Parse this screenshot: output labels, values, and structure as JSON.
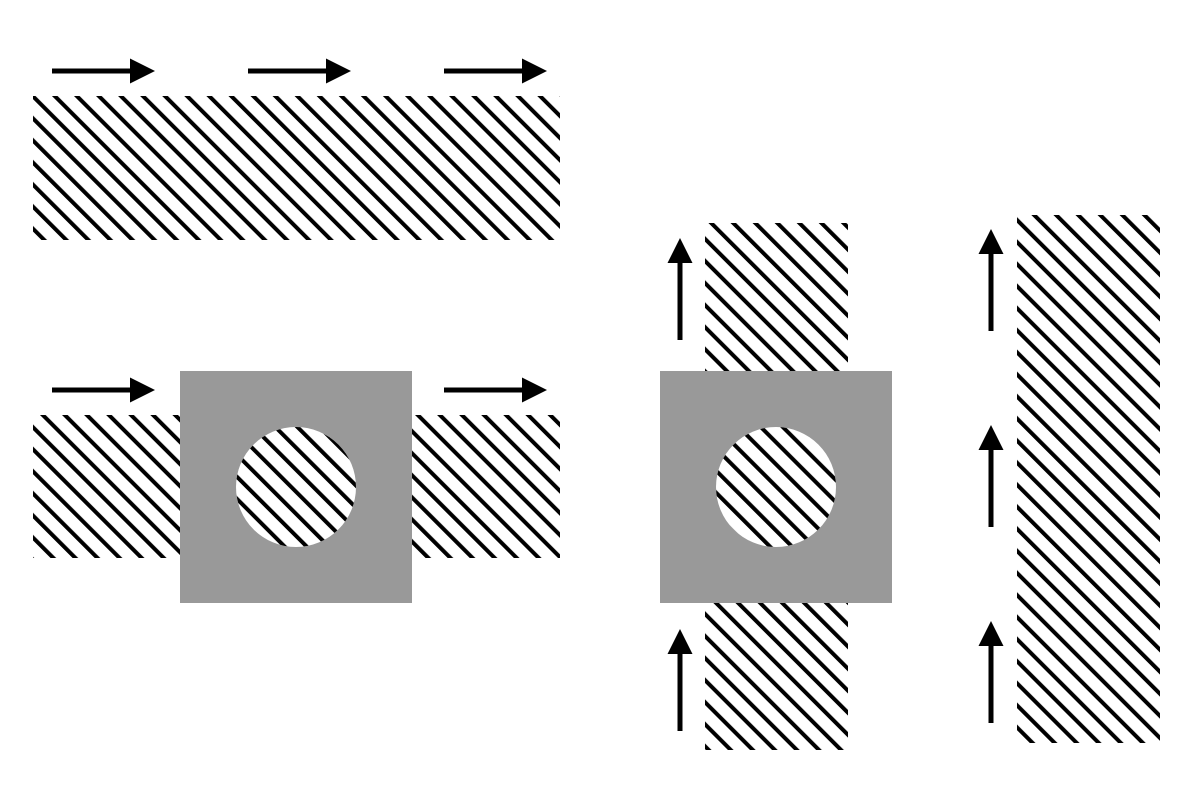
{
  "colors": {
    "hatch": "#000000",
    "block": "#999999",
    "arrow": "#000000",
    "background": "#ffffff"
  },
  "panels": [
    {
      "name": "free-flow-horizontal",
      "arrow_direction": "right",
      "arrow_count": 3
    },
    {
      "name": "obstructed-flow-horizontal",
      "arrow_direction": "right",
      "arrow_count": 2
    },
    {
      "name": "obstructed-flow-vertical",
      "arrow_direction": "up",
      "arrow_count": 2
    },
    {
      "name": "free-flow-vertical",
      "arrow_direction": "up",
      "arrow_count": 3
    }
  ]
}
